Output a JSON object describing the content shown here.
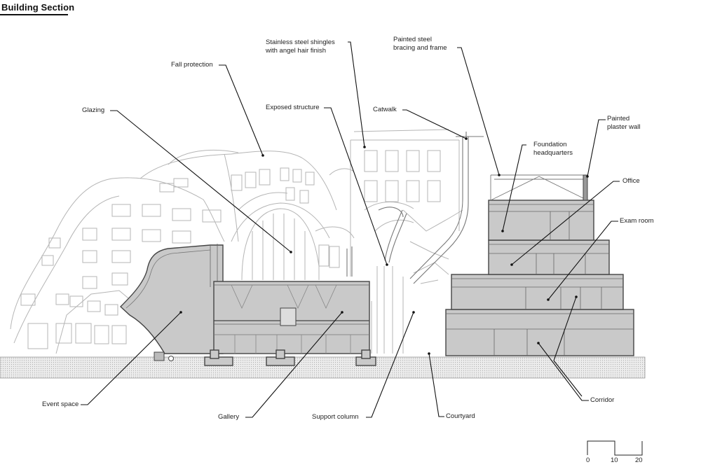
{
  "title": "Building Section",
  "labels": {
    "stainless": "Stainless steel shingles\nwith angel hair finish",
    "painted_steel": "Painted steel\nbracing and frame",
    "fall_protection": "Fall protection",
    "glazing": "Glazing",
    "exposed_structure": "Exposed structure",
    "catwalk": "Catwalk",
    "painted_plaster": "Painted\nplaster wall",
    "foundation_hq": "Foundation\nheadquarters",
    "office": "Office",
    "exam_room": "Exam room",
    "corridor": "Corridor",
    "event_space": "Event space",
    "gallery": "Gallery",
    "support_column": "Support column",
    "courtyard": "Courtyard"
  },
  "scale": {
    "t0": "0",
    "t10": "10",
    "t20": "20"
  },
  "colors": {
    "section_fill": "#c9c9c9",
    "ground_fill": "#e6e6e6",
    "line": "#8c8c8c",
    "leader": "#111111"
  }
}
